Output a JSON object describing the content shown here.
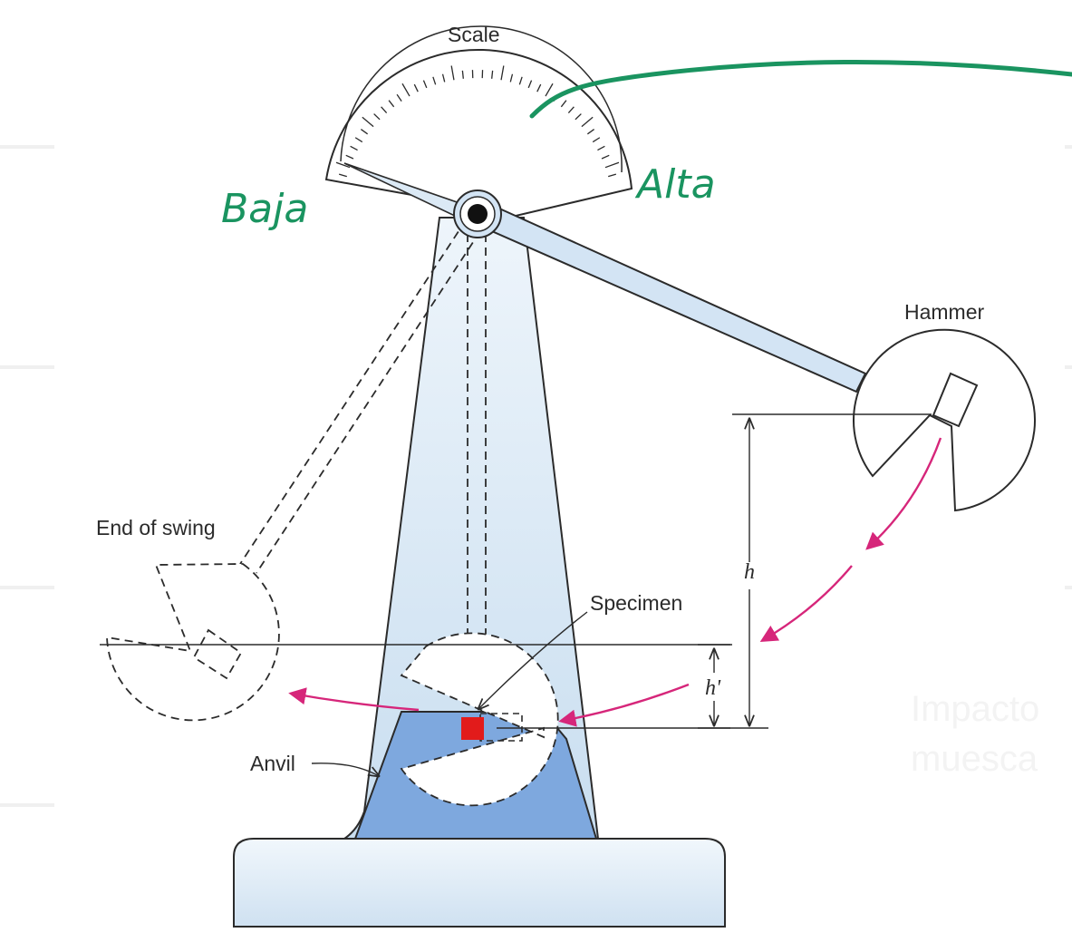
{
  "labels": {
    "scale": "Scale",
    "hammer": "Hammer",
    "end_of_swing": "End of swing",
    "specimen": "Specimen",
    "anvil": "Anvil",
    "h": "h",
    "h_prime": "h'"
  },
  "annotations": {
    "baja": "Baja",
    "alta": "Alta"
  },
  "background_text": {
    "line1": "Impacto",
    "line2": "muesca"
  },
  "colors": {
    "frame_fill": "#dbe9f5",
    "anvil_fill": "#7ea8de",
    "specimen": "#e21b1b",
    "arrow": "#d6267a",
    "handwriting": "#1a9460",
    "line": "#2b2b2b"
  }
}
